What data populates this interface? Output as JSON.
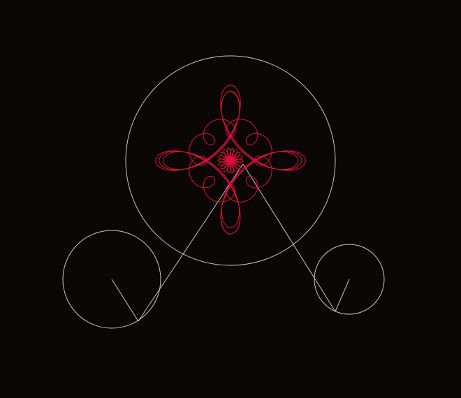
{
  "colors": {
    "background": "#0b0706",
    "guide_stroke": "#c8c8cc",
    "trace_stroke": "#e0103a"
  },
  "drawing": {
    "kind": "harmonograph-style linkage with three rotating wheels",
    "wheels": [
      {
        "id": "main",
        "label": ""
      },
      {
        "id": "left",
        "label": ""
      },
      {
        "id": "right",
        "label": ""
      }
    ],
    "trace": {
      "petals": 9,
      "loops": 3
    }
  }
}
